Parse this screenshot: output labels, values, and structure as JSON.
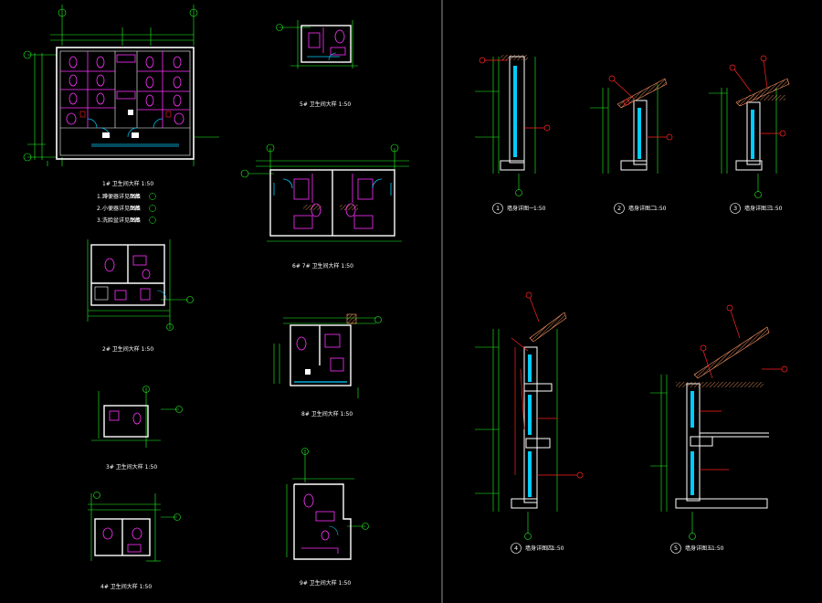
{
  "colors": {
    "background": "#000000",
    "wall": "#ffffff",
    "dimension": "#22ff22",
    "fixture": "#ff33ff",
    "window": "#00ccff",
    "highlight": "#ff2222",
    "grid": "#22ff22",
    "hatch": "#ff9966",
    "divider": "#cccccc"
  },
  "plans": {
    "p1": {
      "caption": "1# 卫生间大样 1:50"
    },
    "p2": {
      "caption": "2# 卫生间大样 1:50"
    },
    "p3": {
      "caption": "3# 卫生间大样 1:50"
    },
    "p4": {
      "caption": "4# 卫生间大样 1:50"
    },
    "p5": {
      "caption": "5# 卫生间大样 1:50"
    },
    "p6": {
      "caption": "6# 7# 卫生间大样 1:50"
    },
    "p8": {
      "caption": "8# 卫生间大样 1:50"
    },
    "p9": {
      "caption": "9# 卫生间大样 1:50"
    }
  },
  "legend": {
    "items": [
      {
        "no": "1.",
        "text": "蹲便器详见图集",
        "code": "09S"
      },
      {
        "no": "2.",
        "text": "小便器详见图集",
        "code": "09S"
      },
      {
        "no": "3.",
        "text": "洗脸盆详见图集",
        "code": "09S"
      }
    ]
  },
  "sections": {
    "s1": {
      "no": "1",
      "title": "墙身详图一",
      "scale": "1:50"
    },
    "s2": {
      "no": "2",
      "title": "墙身详图二",
      "scale": "1:50"
    },
    "s3": {
      "no": "3",
      "title": "墙身详图三",
      "scale": "1:50"
    },
    "s4": {
      "no": "4",
      "title": "墙身详图四",
      "scale": "1:50"
    },
    "s5": {
      "no": "5",
      "title": "墙身详图五",
      "scale": "1:50"
    }
  }
}
